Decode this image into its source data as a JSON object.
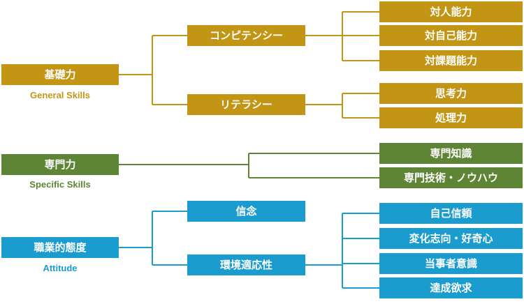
{
  "colors": {
    "general": "#c39515",
    "specific": "#5d8535",
    "attitude": "#1b9ccf"
  },
  "general": {
    "title": "基礎力",
    "subtitle": "General Skills",
    "competency": {
      "label": "コンピテンシー",
      "items": [
        "対人能力",
        "対自己能力",
        "対課題能力"
      ]
    },
    "literacy": {
      "label": "リテラシー",
      "items": [
        "思考力",
        "処理力"
      ]
    }
  },
  "specific": {
    "title": "専門力",
    "subtitle": "Specific Skills",
    "items": [
      "専門知識",
      "専門技術・ノウハウ"
    ]
  },
  "attitude": {
    "title": "職業的態度",
    "subtitle": "Attitude",
    "belief": {
      "label": "信念"
    },
    "adaptability": {
      "label": "環境適応性",
      "items": [
        "自己信頼",
        "変化志向・好奇心",
        "当事者意識",
        "達成欲求"
      ]
    }
  }
}
